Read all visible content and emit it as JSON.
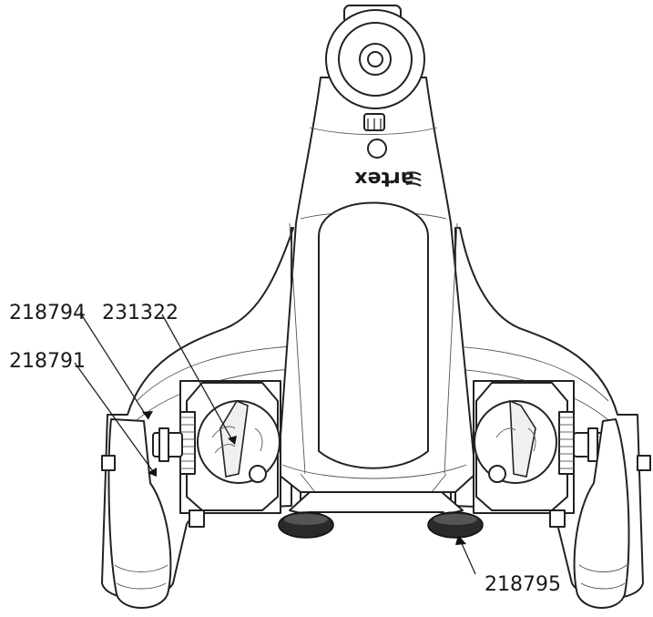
{
  "brand": {
    "logo_text": "artex",
    "logo_icon": "artex-logo-icon"
  },
  "part_labels": {
    "p218794": "218794",
    "p231322": "231322",
    "p218791": "218791",
    "p218795": "218795"
  }
}
